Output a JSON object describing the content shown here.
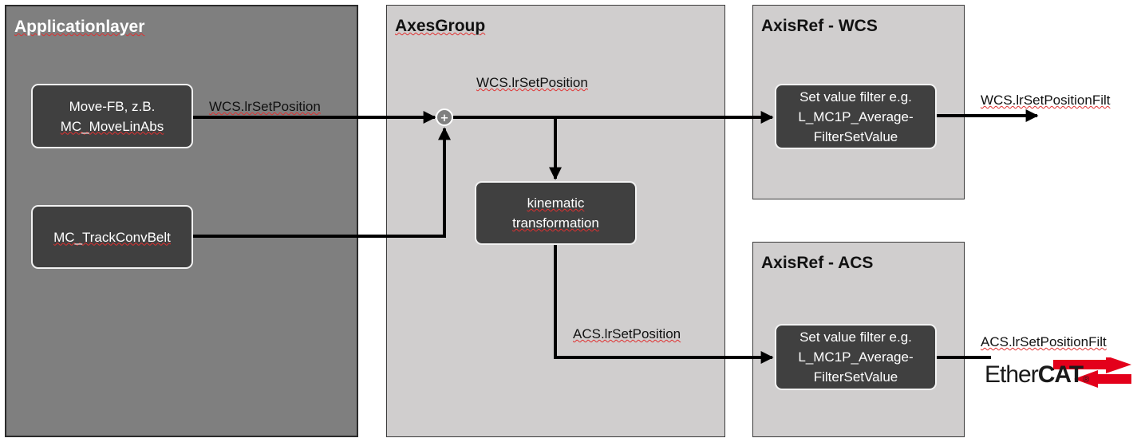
{
  "panels": {
    "application": {
      "title": "Applicationlayer"
    },
    "axes_group": {
      "title": "AxesGroup"
    },
    "axis_wcs": {
      "title": "AxisRef - WCS"
    },
    "axis_acs": {
      "title": "AxisRef - ACS"
    }
  },
  "blocks": {
    "move_fb": {
      "line1": "Move-FB, z.B.",
      "line2": "MC_MoveLinAbs"
    },
    "track_conv": {
      "line1": "MC_TrackConvBelt"
    },
    "kinematic": {
      "line1": "kinematic",
      "line2": "transformation"
    },
    "filter_wcs": {
      "line1": "Set value filter e.g.",
      "line2": "L_MC1P_Average-",
      "line3": "FilterSetValue"
    },
    "filter_acs": {
      "line1": "Set value filter e.g.",
      "line2": "L_MC1P_Average-",
      "line3": "FilterSetValue"
    }
  },
  "signals": {
    "move_out": "WCS.lrSetPosition",
    "group_wcs": "WCS.lrSetPosition",
    "wcs_filtered": "WCS.lrSetPositionFilt",
    "acs": "ACS.lrSetPosition",
    "acs_filtered": "ACS.lrSetPositionFilt"
  },
  "sum_symbol": "+",
  "logo": {
    "text_plain": "Ether",
    "text_bold": "CAT",
    "mark": "®"
  },
  "colors": {
    "app_panel": "#7f7f7f",
    "group_panel": "#d0cece",
    "block_fill": "#404040",
    "block_border": "#f2f2f2",
    "arrow": "#000000",
    "logo_red": "#e3001b"
  }
}
